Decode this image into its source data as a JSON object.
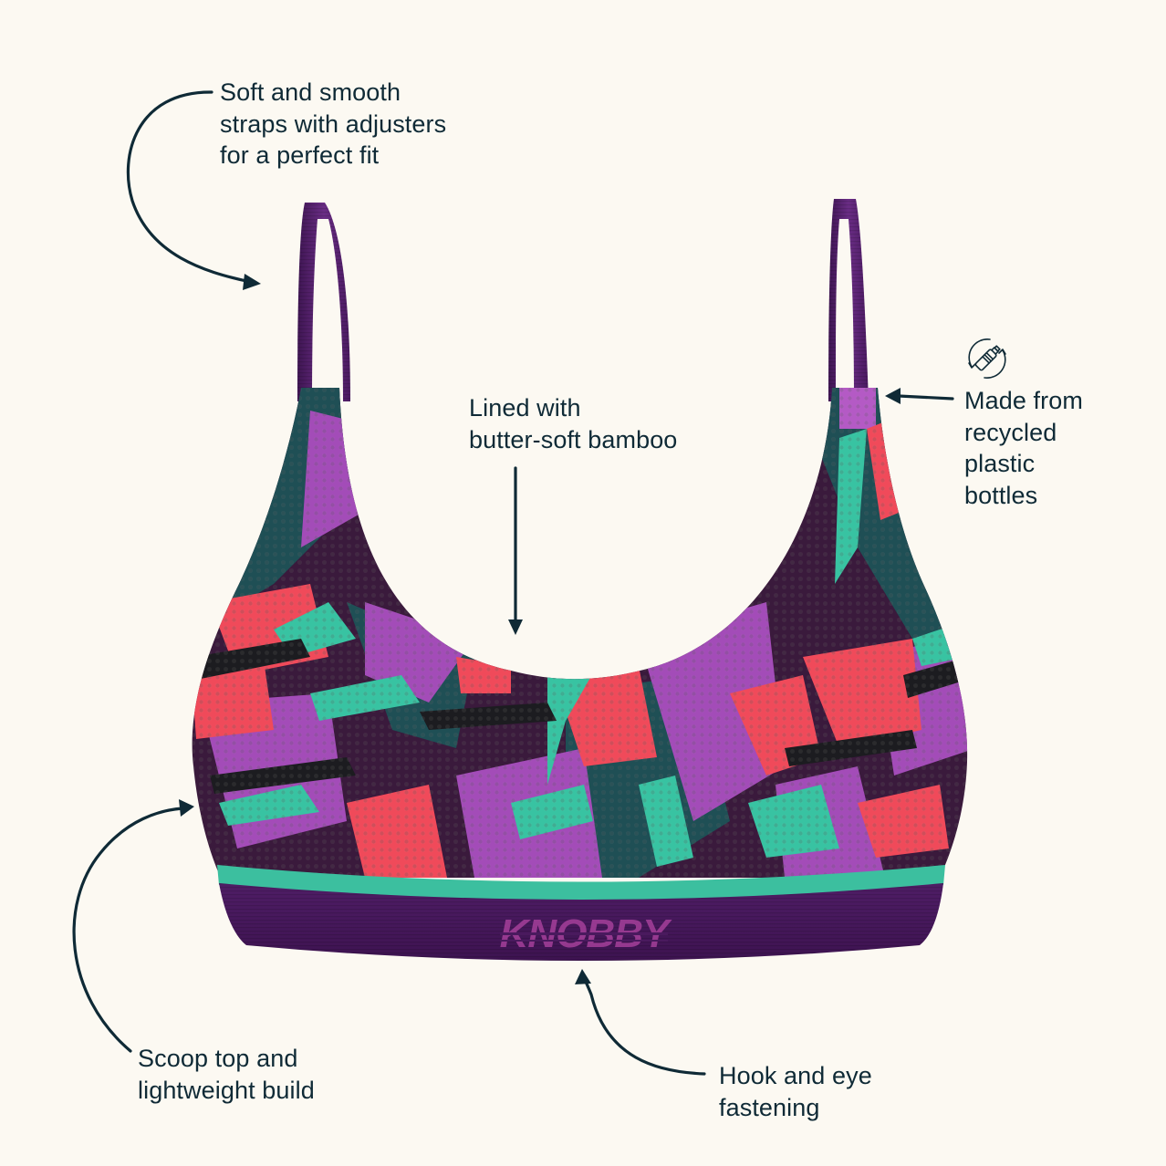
{
  "product": {
    "type": "scoop sports bralette",
    "brand_mark": "KNOBBY",
    "colors": {
      "background": "#fcf9f2",
      "text": "#0f2a36",
      "strap": "#5a2473",
      "band": "#4a1a5e",
      "trim": "#3cbf9f",
      "pattern_coral": "#f04a5a",
      "pattern_magenta": "#a34cb8",
      "pattern_teal": "#1f4f55",
      "pattern_mint": "#38c3a2",
      "pattern_plum": "#3a1a3c",
      "pattern_black": "#1c1c20"
    }
  },
  "callouts": [
    {
      "id": "straps",
      "lines": [
        "Soft and smooth",
        "straps with adjusters",
        "for a perfect fit"
      ],
      "arrow_target": "left shoulder strap"
    },
    {
      "id": "lined",
      "lines": [
        "Lined with",
        "butter-soft bamboo"
      ],
      "arrow_target": "center neckline"
    },
    {
      "id": "recycled",
      "icon": "recycled-bottle-icon",
      "lines": [
        "Made from",
        "recycled",
        "plastic",
        "bottles"
      ],
      "arrow_target": "right cup top"
    },
    {
      "id": "scoop",
      "lines": [
        "Scoop top and",
        "lightweight build"
      ],
      "arrow_target": "left side of body"
    },
    {
      "id": "hook",
      "lines": [
        "Hook and eye",
        "fastening"
      ],
      "arrow_target": "underband"
    }
  ]
}
